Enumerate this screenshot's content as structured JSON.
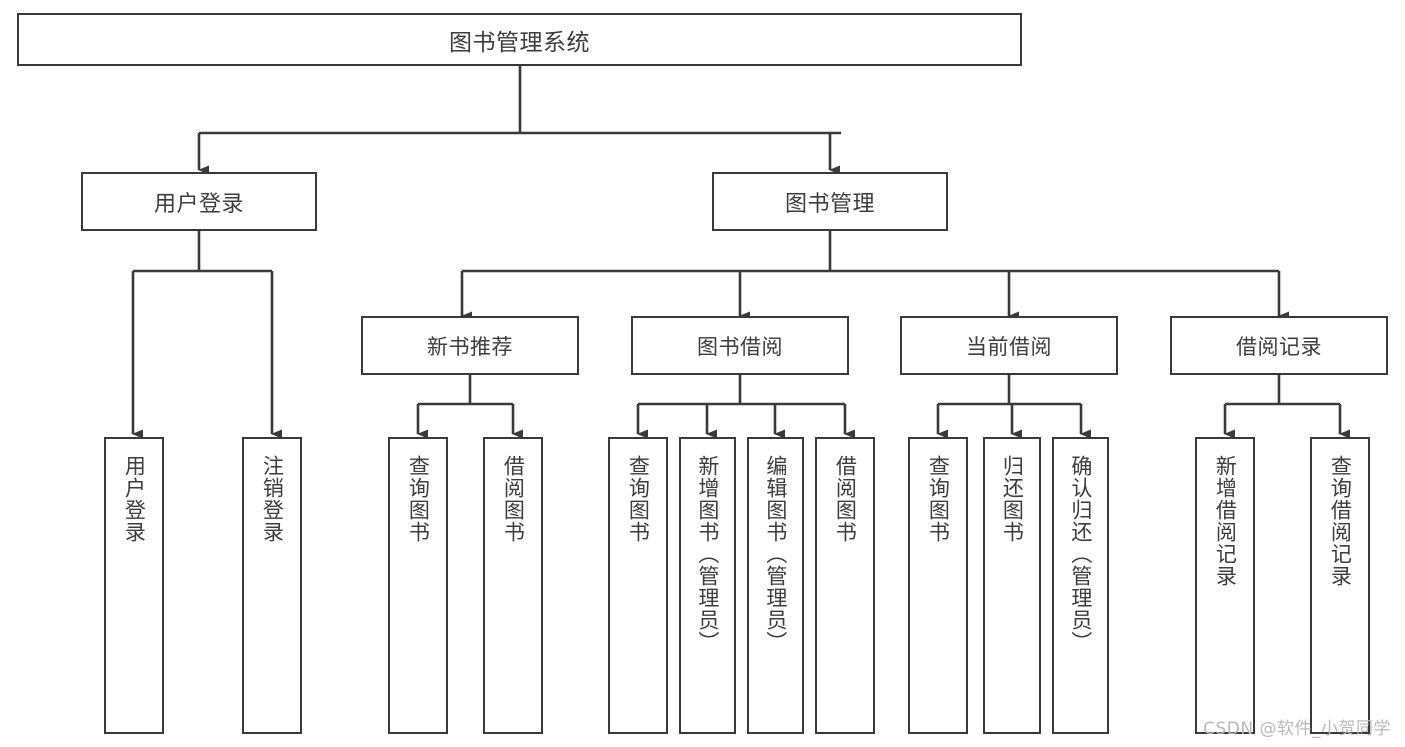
{
  "diagram": {
    "title": "图书管理系统",
    "type": "功能结构图",
    "watermark": "CSDN @软件_小贺同学",
    "colors": {
      "stroke": "#3a3a3a",
      "text": "#3d3d3d",
      "background": "#ffffff",
      "watermark": "#b9b9b9"
    },
    "root": {
      "label": "图书管理系统"
    },
    "level2": [
      {
        "label": "用户登录"
      },
      {
        "label": "图书管理"
      }
    ],
    "level3": [
      {
        "label": "新书推荐"
      },
      {
        "label": "图书借阅"
      },
      {
        "label": "当前借阅"
      },
      {
        "label": "借阅记录"
      }
    ],
    "leaves": {
      "user_login": [
        {
          "label": "用户登录"
        },
        {
          "label": "注销登录"
        }
      ],
      "new_book_recommend": [
        {
          "label": "查询图书"
        },
        {
          "label": "借阅图书"
        }
      ],
      "book_borrow": [
        {
          "label": "查询图书"
        },
        {
          "label": "新增图书（管理员）"
        },
        {
          "label": "编辑图书（管理员）"
        },
        {
          "label": "借阅图书"
        }
      ],
      "current_borrow": [
        {
          "label": "查询图书"
        },
        {
          "label": "归还图书"
        },
        {
          "label": "确认归还（管理员）"
        }
      ],
      "borrow_record": [
        {
          "label": "新增借阅记录"
        },
        {
          "label": "查询借阅记录"
        }
      ]
    }
  }
}
